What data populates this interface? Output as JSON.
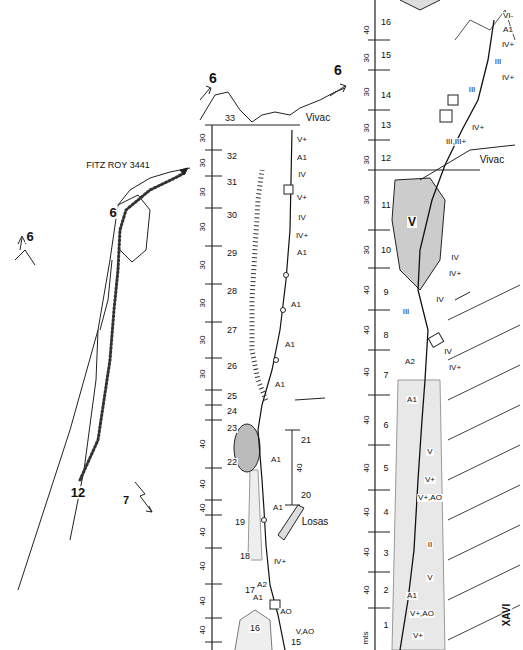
{
  "diagram": {
    "labels": [
      "FITZ ROY 3441",
      "6",
      "6",
      "12",
      "7",
      "6",
      "6",
      "33",
      "Vivac",
      "32",
      "31",
      "30",
      "29",
      "28",
      "27",
      "26",
      "25",
      "24",
      "23",
      "22",
      "21",
      "20",
      "19",
      "Losas",
      "18",
      "17",
      "16",
      "15",
      "40",
      "30",
      "30",
      "30",
      "30",
      "30",
      "30",
      "30",
      "30",
      "40",
      "40",
      "40",
      "40",
      "40",
      "40",
      "40",
      "V+",
      "A1",
      "IV",
      "V+",
      "IV",
      "IV+",
      "A1",
      "A1",
      "A1",
      "A1",
      "A1",
      "A1",
      "IV+",
      "A2",
      "A1",
      "AO",
      "V,AO",
      "16",
      "15",
      "14",
      "13",
      "12",
      "Vivac",
      "11",
      "10",
      "9",
      "8",
      "7",
      "6",
      "5",
      "4",
      "3",
      "2",
      "1",
      "mts",
      "XAVI",
      "V",
      "40",
      "30",
      "30",
      "30",
      "30",
      "30",
      "30",
      "40",
      "40",
      "40",
      "40",
      "40",
      "40",
      "40",
      "40",
      "VI-",
      "A1",
      "IV+",
      "III",
      "IV+",
      "III",
      "IV+",
      "III,III+",
      "IV",
      "IV+",
      "III",
      "IV",
      "IV",
      "IV+",
      "A2",
      "A1",
      "V",
      "V+",
      "V+,AO",
      "II",
      "V",
      "A1",
      "V+,AO",
      "V+"
    ]
  }
}
